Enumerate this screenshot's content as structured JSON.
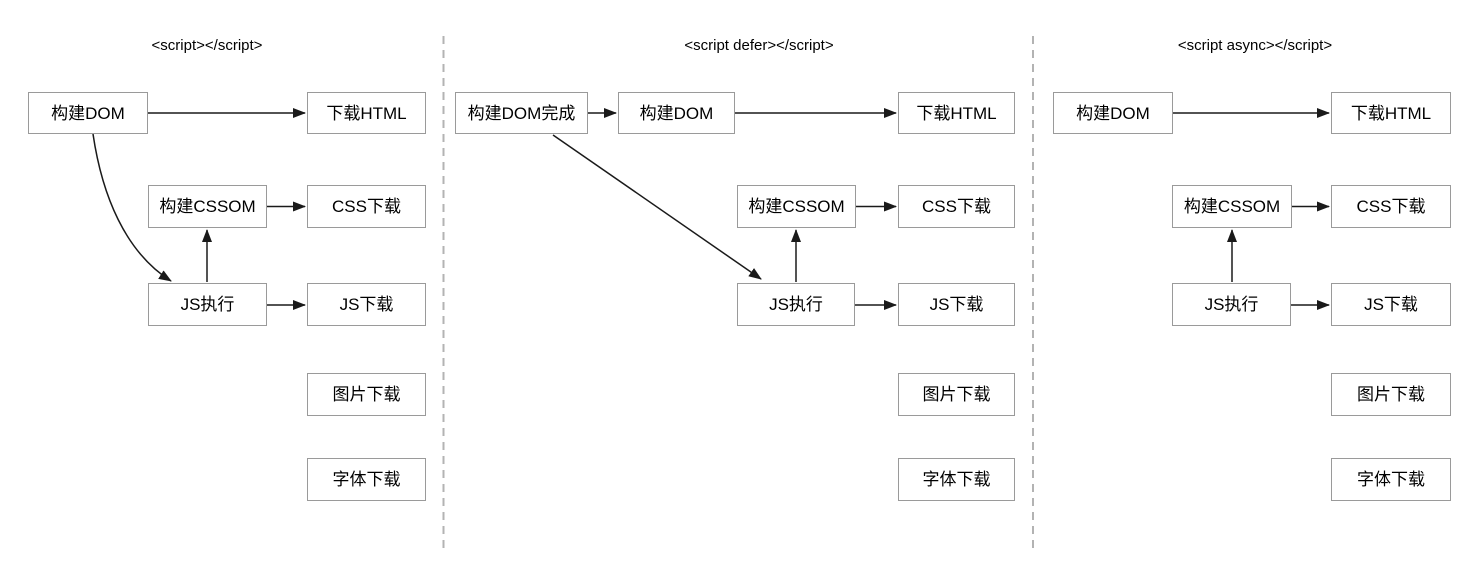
{
  "diagram": {
    "panels": [
      {
        "title": "<script></script>",
        "nodes": {
          "build_dom": "构建DOM",
          "download_html": "下载HTML",
          "build_cssom": "构建CSSOM",
          "css_download": "CSS下载",
          "js_execute": "JS执行",
          "js_download": "JS下载",
          "image_download": "图片下载",
          "font_download": "字体下载"
        }
      },
      {
        "title": "<script defer></script>",
        "nodes": {
          "dom_complete": "构建DOM完成",
          "build_dom": "构建DOM",
          "download_html": "下载HTML",
          "build_cssom": "构建CSSOM",
          "css_download": "CSS下载",
          "js_execute": "JS执行",
          "js_download": "JS下载",
          "image_download": "图片下载",
          "font_download": "字体下载"
        }
      },
      {
        "title": "<script async></script>",
        "nodes": {
          "build_dom": "构建DOM",
          "download_html": "下载HTML",
          "build_cssom": "构建CSSOM",
          "css_download": "CSS下载",
          "js_execute": "JS执行",
          "js_download": "JS下载",
          "image_download": "图片下载",
          "font_download": "字体下载"
        }
      }
    ],
    "colors": {
      "box_border": "#9a9a9a",
      "arrow": "#1a1a1a",
      "divider": "#b3b3b3",
      "text": "#000000",
      "background": "#ffffff"
    }
  }
}
